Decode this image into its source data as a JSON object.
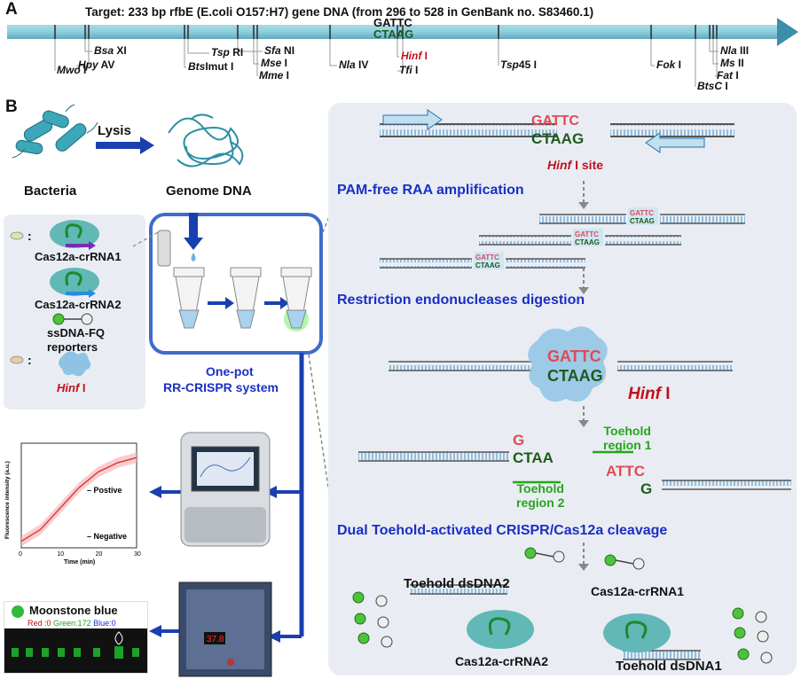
{
  "panel_a": {
    "label": "A",
    "target": "Target: 233 bp rfbE (E.coli O157:H7) gene DNA (from 296 to 528 in GenBank no. S83460.1)",
    "site_top": "GATTC",
    "site_bottom": "CTAAG",
    "enzymes": [
      {
        "name": "Mwo",
        "suffix": " I"
      },
      {
        "name": "Bsa",
        "suffix": " XI"
      },
      {
        "name": "Hpy",
        "suffix": " AV"
      },
      {
        "name": "Bts",
        "suffix": "Imut I"
      },
      {
        "name": "Tsp",
        "suffix": " RI"
      },
      {
        "name": "Sfa",
        "suffix": " NI"
      },
      {
        "name": "Mse",
        "suffix": " I"
      },
      {
        "name": "Mme",
        "suffix": " I"
      },
      {
        "name": "Nla",
        "suffix": " IV"
      },
      {
        "name": "Hinf",
        "suffix": " I"
      },
      {
        "name": "Tfi",
        "suffix": " I"
      },
      {
        "name": "Tsp",
        "suffix": "45 I"
      },
      {
        "name": "Fok",
        "suffix": " I"
      },
      {
        "name": "BtsC",
        "suffix": " I"
      },
      {
        "name": "Nla",
        "suffix": " III"
      },
      {
        "name": "Ms",
        "suffix": " II"
      },
      {
        "name": "Fat",
        "suffix": " I"
      }
    ]
  },
  "panel_b": {
    "label": "B",
    "lysis": "Lysis",
    "bacteria": "Bacteria",
    "genome": "Genome DNA",
    "crrna1": "Cas12a-crRNA1",
    "crrna2": "Cas12a-crRNA2",
    "reporters_1": "ssDNA-FQ",
    "reporters_2": "reporters",
    "hinf_name": "Hinf",
    "hinf_suffix": " I",
    "onepot_1": "One-pot",
    "onepot_2": "RR-CRISPR system",
    "raa": "PAM-free RAA amplification",
    "site_label_name": "Hinf",
    "site_label_suffix": " I site",
    "gattc": "GATTC",
    "ctaag": "CTAAG",
    "digestion": "Restriction endonucleases digestion",
    "hinf_big": "Hinf",
    "hinf_big_suffix": " I",
    "frag_g": "G",
    "frag_ctaa": "CTAA",
    "frag_attc": "ATTC",
    "toehold1_a": "Toehold",
    "toehold1_b": "region 1",
    "toehold2_a": "Toehold",
    "toehold2_b": "region 2",
    "dual": "Dual Toehold-activated CRISPR/Cas12a cleavage",
    "toehold_dsdna2": "Toehold  dsDNA2",
    "toehold_dsdna1": "Toehold  dsDNA1",
    "cas_crrna1": "Cas12a-crRNA1",
    "cas_crrna2": "Cas12a-crRNA2",
    "chart_positive": "Postive",
    "chart_negative": "Negative",
    "chart_ylabel": "Fluorescence intensity (a.u.)",
    "chart_xlabel": "Time (min)",
    "phone_title": "Moonstone blue",
    "phone_red": "Red :0",
    "phone_green": "Green:172",
    "phone_blue": "Blue:0",
    "device_display": "37.8"
  },
  "chart_data": {
    "type": "line",
    "xlabel": "Time (min)",
    "ylabel": "Fluorescence intensity (a.u.)",
    "xlim": [
      0,
      30
    ],
    "x_ticks": [
      0,
      10,
      20,
      30
    ],
    "series": [
      {
        "name": "Postive",
        "color": "#e23b3b",
        "x": [
          0,
          5,
          10,
          15,
          20,
          25,
          30
        ],
        "y": [
          0.5,
          1.4,
          3.0,
          4.6,
          5.8,
          6.5,
          6.9
        ]
      },
      {
        "name": "Negative",
        "color": "#111111"
      }
    ]
  }
}
